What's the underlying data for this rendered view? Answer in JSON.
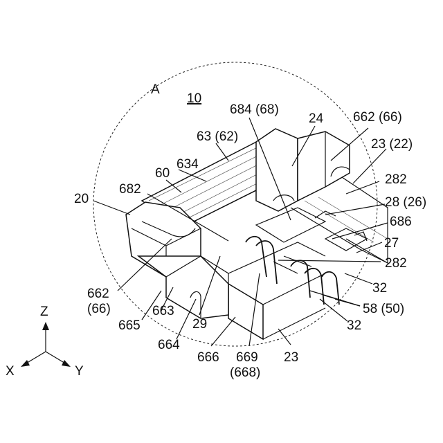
{
  "figure": {
    "view_label": "A",
    "figure_ref": "10",
    "labels": {
      "l684": "684 (68)",
      "l24": "24",
      "l662top": "662 (66)",
      "l63": "63 (62)",
      "l23top": "23 (22)",
      "l634": "634",
      "l282top": "282",
      "l60": "60",
      "l28": "28 (26)",
      "l682": "682",
      "l20": "20",
      "l686": "686",
      "l27": "27",
      "l282mid": "282",
      "l32a": "32",
      "l662left": "662",
      "l66left": "(66)",
      "l58": "58 (50)",
      "l663": "663",
      "l32b": "32",
      "l665": "665",
      "l29": "29",
      "l664": "664",
      "l666": "666",
      "l669": "669",
      "l668": "(668)",
      "l23bot": "23"
    },
    "axes": {
      "z": "Z",
      "x": "X",
      "y": "Y"
    }
  }
}
